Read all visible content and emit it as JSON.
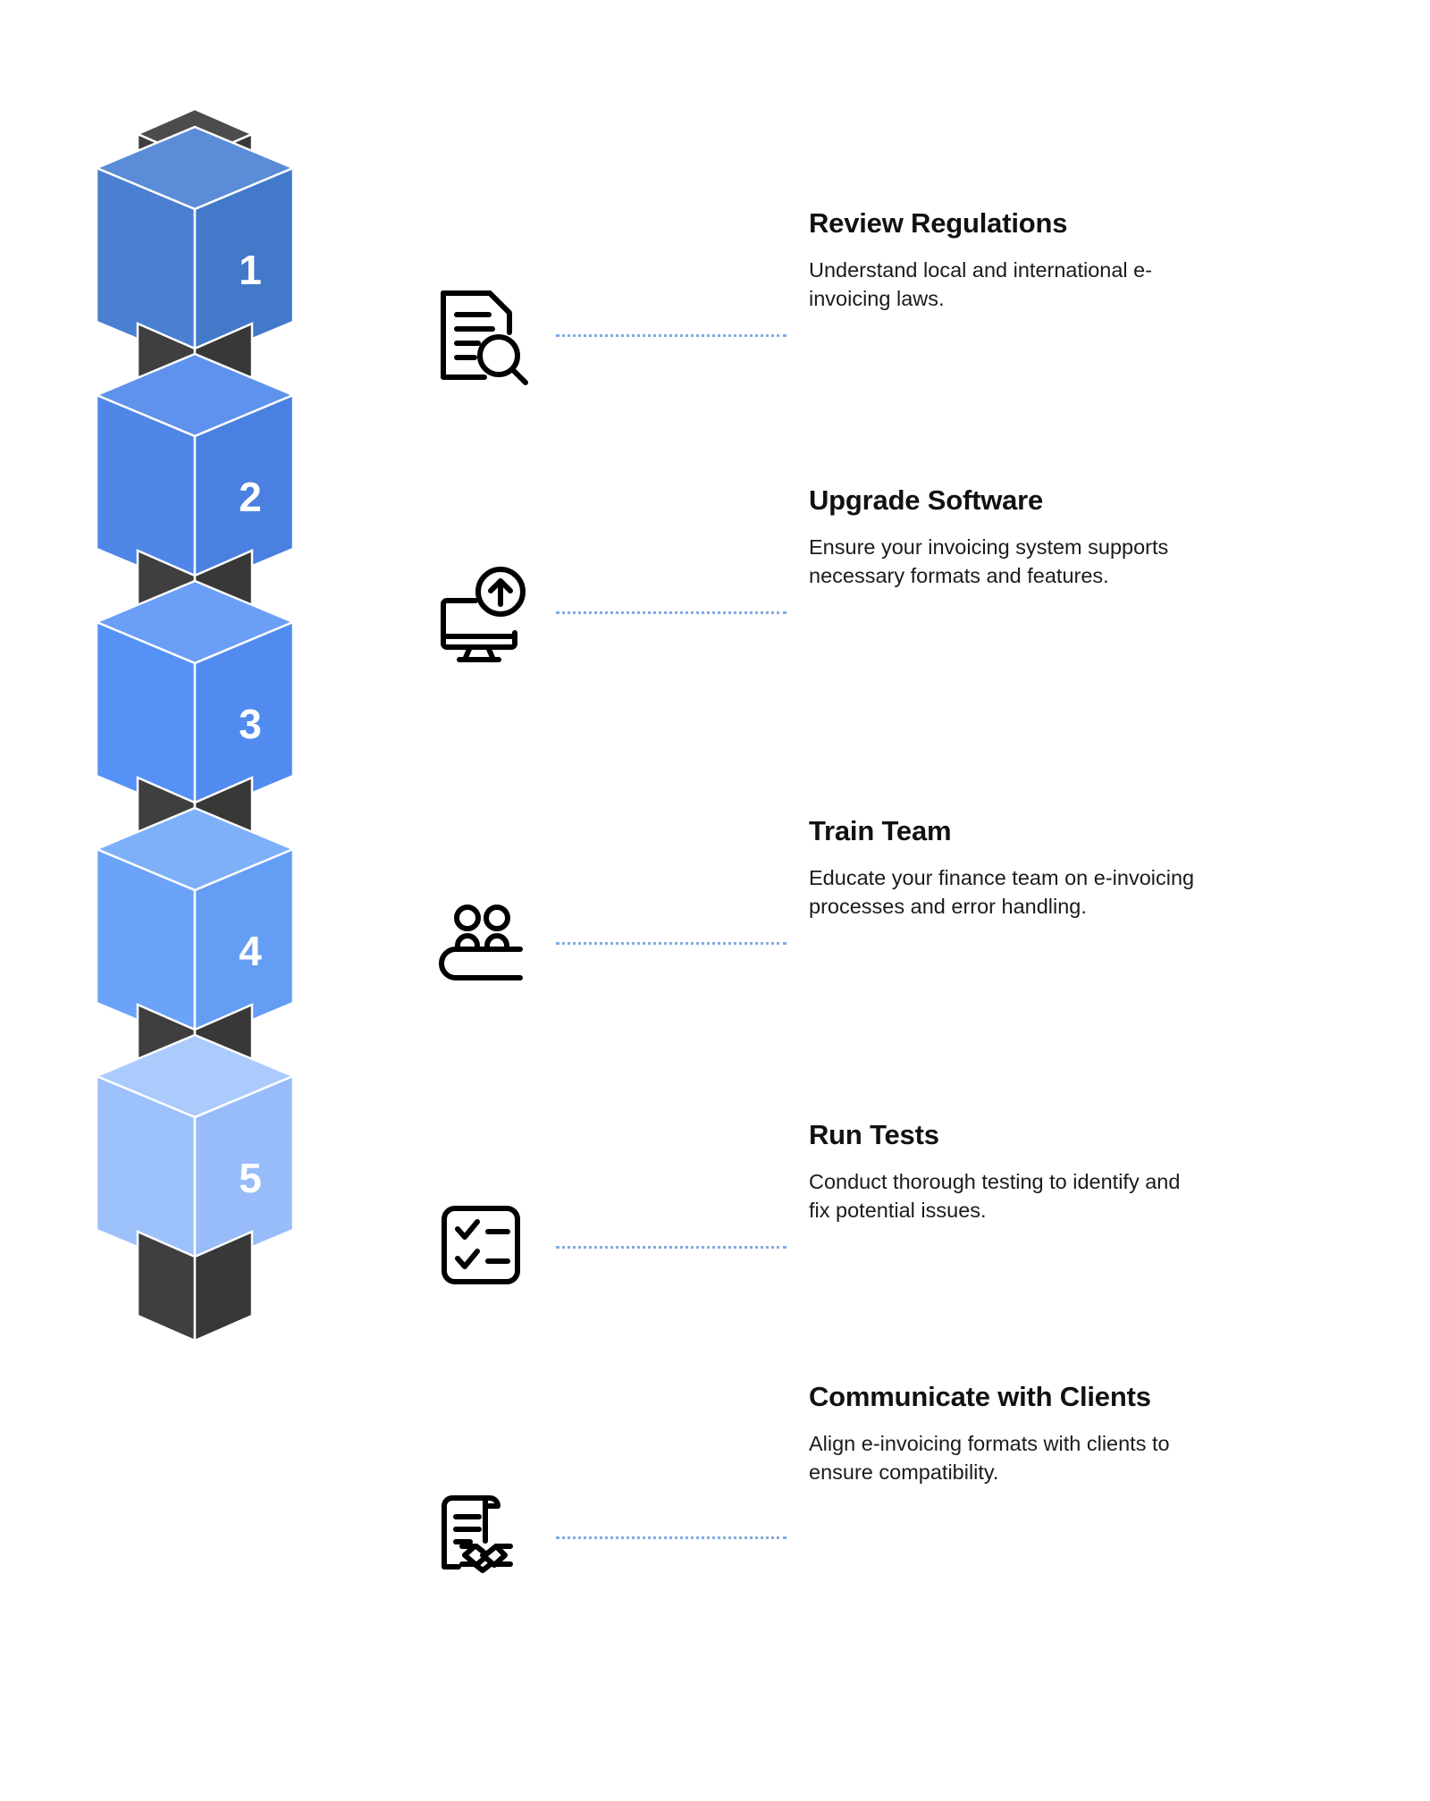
{
  "theme": {
    "background": "#ffffff",
    "connector_cube_color": "#3f3f3f",
    "connector_cube_top": "#4a4a4a",
    "dotted_line_color": "#7ba7e0",
    "title_color": "#111111",
    "body_color": "#1b1b1b",
    "number_color": "#ffffff",
    "edge_color": "#ffffff"
  },
  "steps": [
    {
      "number": "1",
      "title": "Review Regulations",
      "description": "Understand local and international e-invoicing laws.",
      "icon": "document-search-icon",
      "color_front": "#4a7fd1",
      "color_side": "#4279c9",
      "color_top": "#5b8cd8"
    },
    {
      "number": "2",
      "title": "Upgrade Software",
      "description": "Ensure your invoicing system supports necessary formats and features.",
      "icon": "monitor-upload-icon",
      "color_front": "#4f86e8",
      "color_side": "#4a80e0",
      "color_top": "#5f92ec"
    },
    {
      "number": "3",
      "title": "Train Team",
      "description": "Educate your finance team on e-invoicing processes and error handling.",
      "icon": "team-people-icon",
      "color_front": "#5691f5",
      "color_side": "#518bef",
      "color_top": "#6a9ef7"
    },
    {
      "number": "4",
      "title": "Run Tests",
      "description": "Conduct thorough testing to identify and fix potential issues.",
      "icon": "checklist-icon",
      "color_front": "#6aa3f8",
      "color_side": "#649df4",
      "color_top": "#7db0f9"
    },
    {
      "number": "5",
      "title": "Communicate with Clients",
      "description": "Align e-invoicing formats with clients to ensure compatibility.",
      "icon": "contract-handshake-icon",
      "color_front": "#9dc1fb",
      "color_side": "#97bcf9",
      "color_top": "#abcbfc"
    }
  ]
}
